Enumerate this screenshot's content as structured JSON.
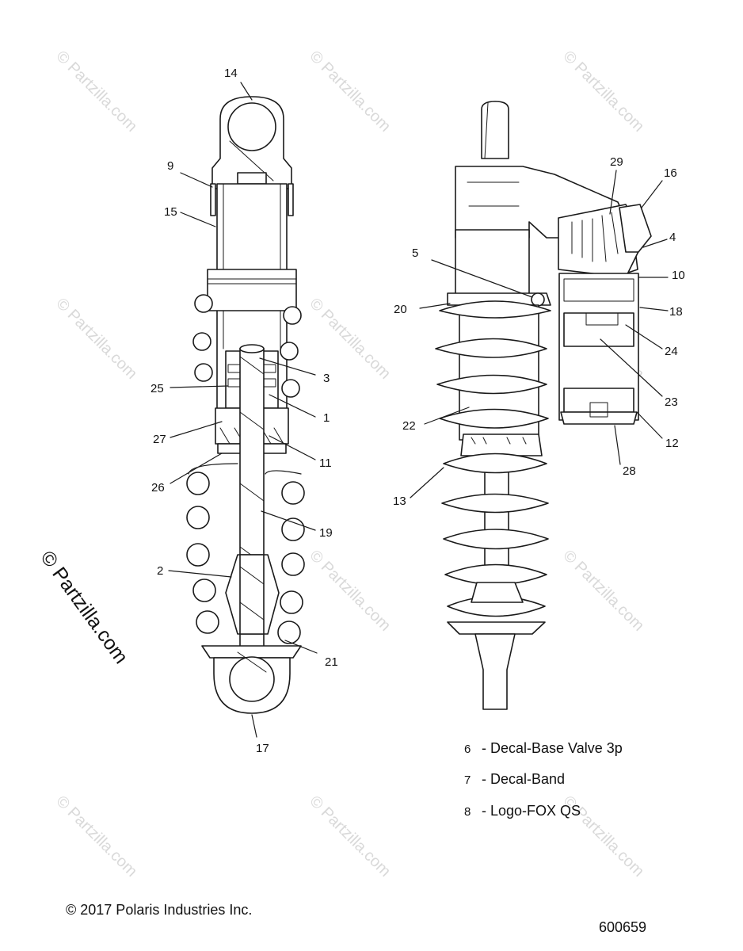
{
  "watermark": {
    "text": "© Partzilla.com",
    "prominent_text": "© Partzilla.com"
  },
  "callouts": {
    "c14": "14",
    "c9": "9",
    "c15": "15",
    "c3": "3",
    "c25": "25",
    "c1": "1",
    "c27": "27",
    "c11": "11",
    "c26": "26",
    "c19": "19",
    "c2": "2",
    "c21": "21",
    "c17": "17",
    "c29": "29",
    "c16": "16",
    "c4": "4",
    "c10": "10",
    "c5": "5",
    "c20": "20",
    "c18": "18",
    "c24": "24",
    "c23": "23",
    "c22": "22",
    "c12": "12",
    "c28": "28",
    "c13": "13"
  },
  "legend": [
    {
      "num": "6",
      "text": "- Decal-Base Valve 3p"
    },
    {
      "num": "7",
      "text": "- Decal-Band"
    },
    {
      "num": "8",
      "text": "- Logo-FOX QS"
    }
  ],
  "footer": {
    "copyright": "© 2017 Polaris Industries Inc.",
    "part_number": "600659"
  },
  "colors": {
    "line": "#1a1a1a",
    "fill": "#ffffff",
    "watermark": "#d9d9d9"
  }
}
